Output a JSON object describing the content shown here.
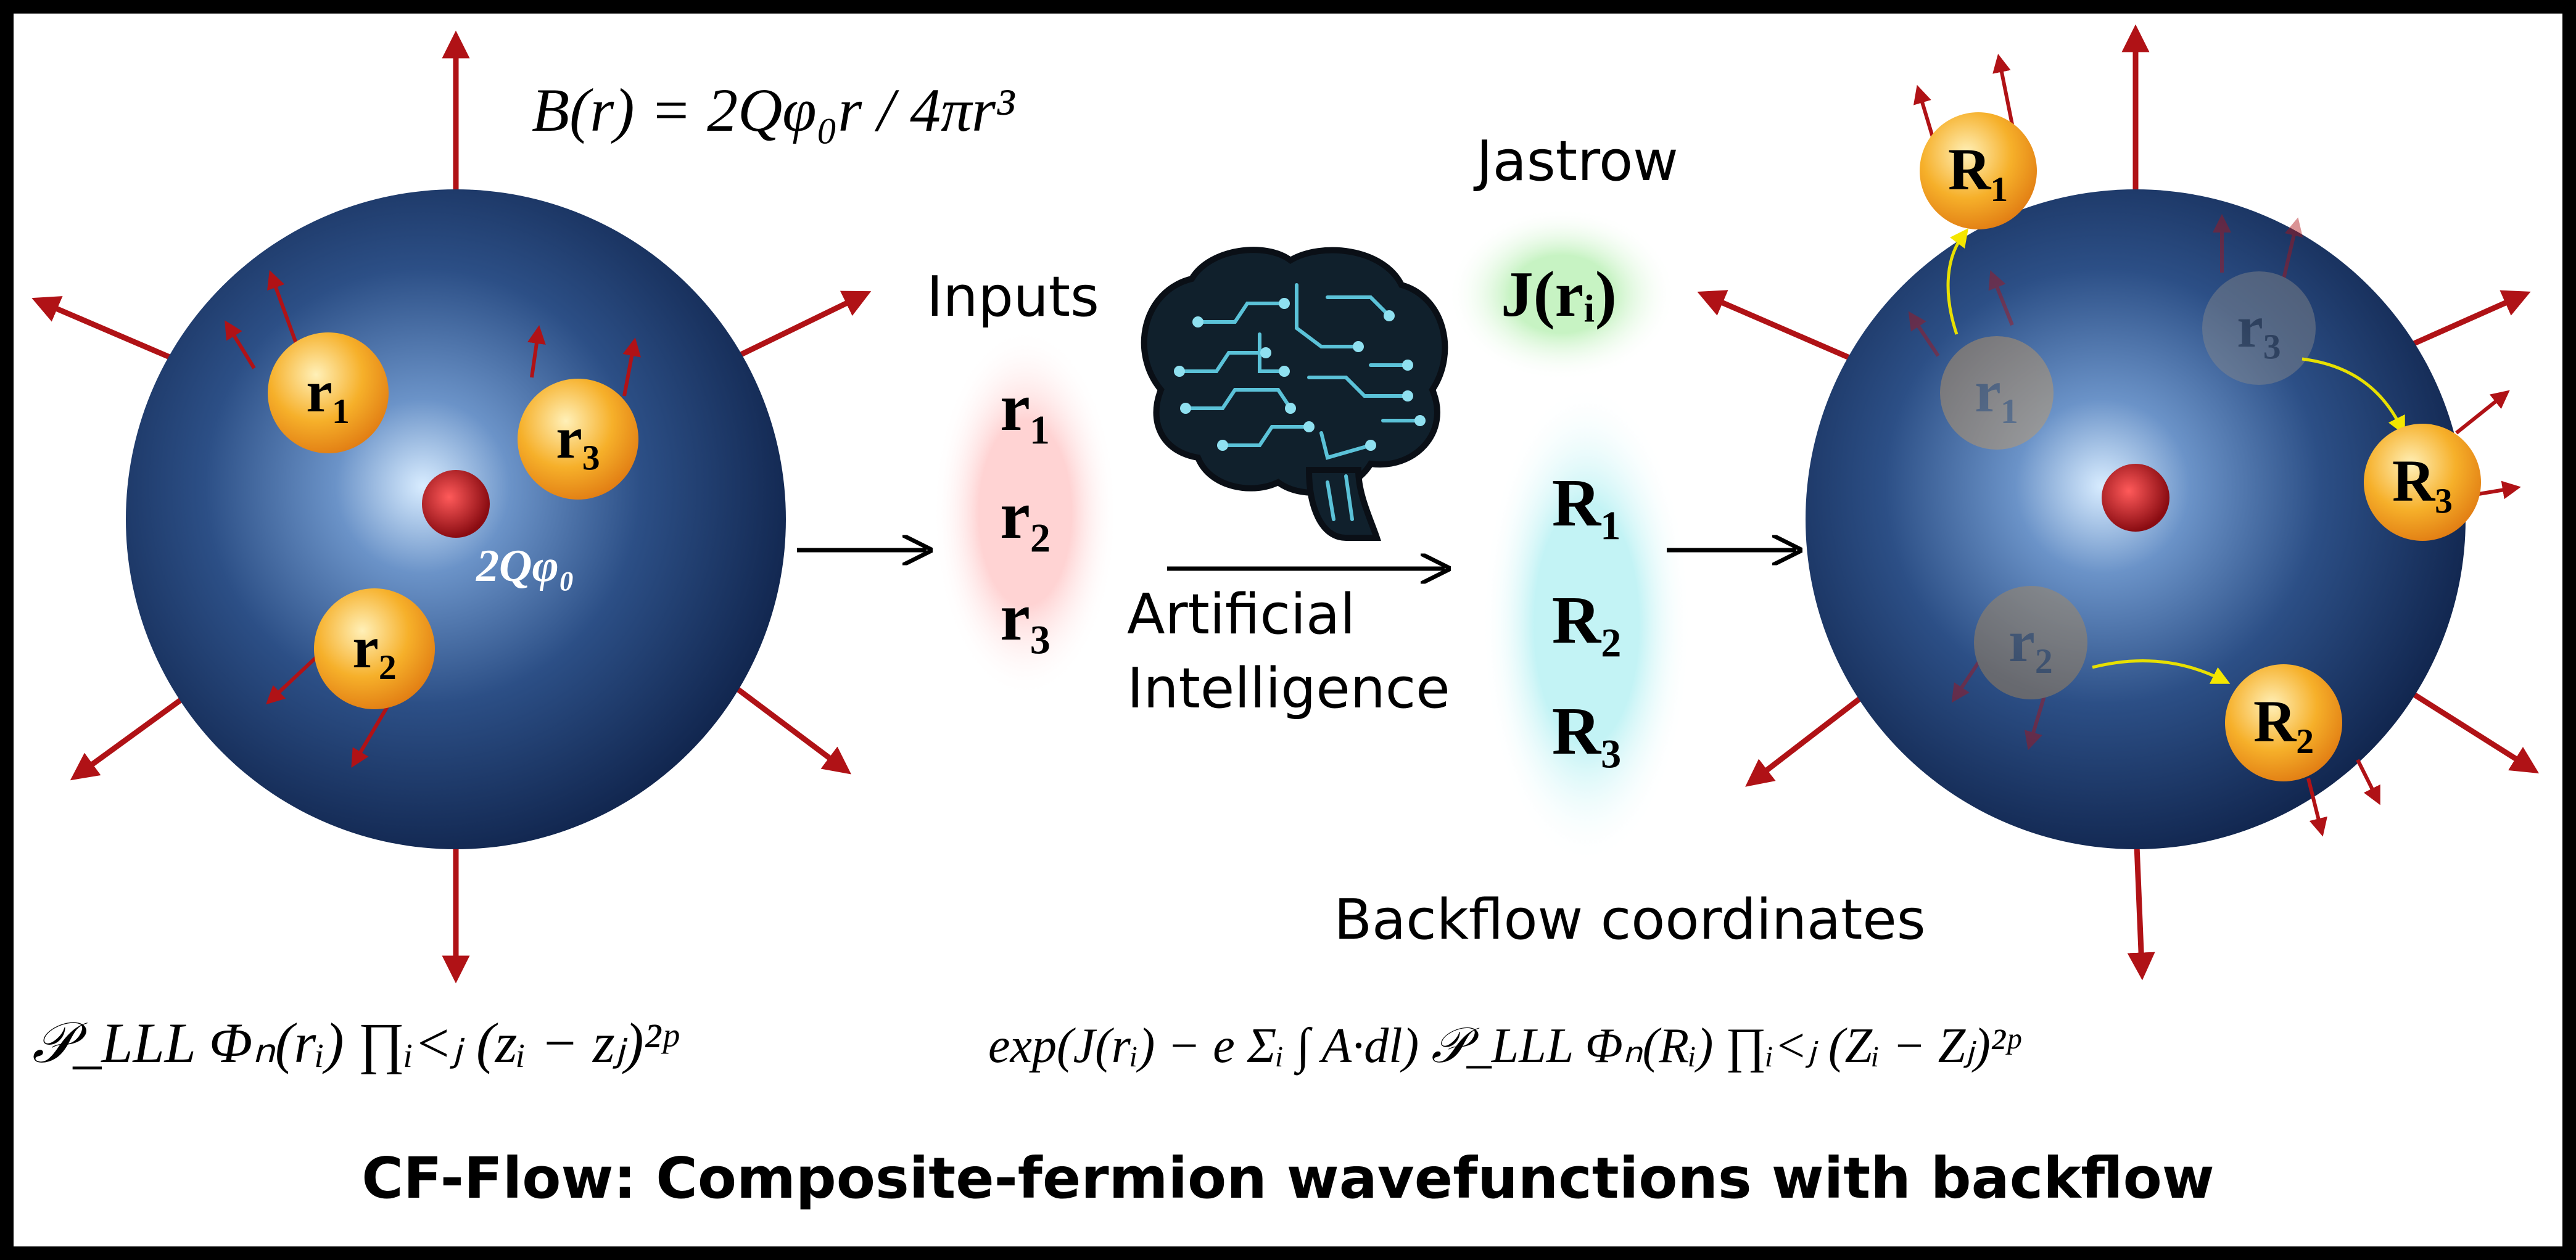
{
  "field_equation": "B(r) = 2Qφ₀r / 4πr³",
  "flux_label": "2Qφ₀",
  "inputs_label": "Inputs",
  "inputs": [
    "r₁",
    "r₂",
    "r₃"
  ],
  "ai_label_line1": "Artificial",
  "ai_label_line2": "Intelligence",
  "jastrow_label": "Jastrow",
  "jastrow_symbol": "J(rᵢ)",
  "backflow_label": "Backflow coordinates",
  "backflow_coords": [
    "R₁",
    "R₂",
    "R₃"
  ],
  "left_particles": [
    "r₁",
    "r₂",
    "r₃"
  ],
  "right_ghost_particles": [
    "r₁",
    "r₃",
    "r₂"
  ],
  "right_particles": [
    "R₁",
    "R₃",
    "R₂"
  ],
  "formula_left": "𝒫_LLL Φₙ(rᵢ) ∏ᵢ<ⱼ (zᵢ − zⱼ)²ᵖ",
  "formula_right": "exp(J(rᵢ) − e Σᵢ ∫ A·dl) 𝒫_LLL Φₙ(Rᵢ) ∏ᵢ<ⱼ (Zᵢ − Zⱼ)²ᵖ",
  "title": "CF-Flow: Composite-fermion wavefunctions with backflow",
  "colors": {
    "sphere_dark": "#0e2148",
    "sphere_mid": "#2c4f86",
    "sphere_glow": "#bfe0ff",
    "monopole": "#b3121b",
    "particle": "#f2a21c",
    "arrow": "#b01216",
    "inputs_halo": "#ffd6d6",
    "jastrow_halo": "#cdf3c9",
    "backflow_halo": "#c9f4f5",
    "brain": "#2d8fa8"
  }
}
